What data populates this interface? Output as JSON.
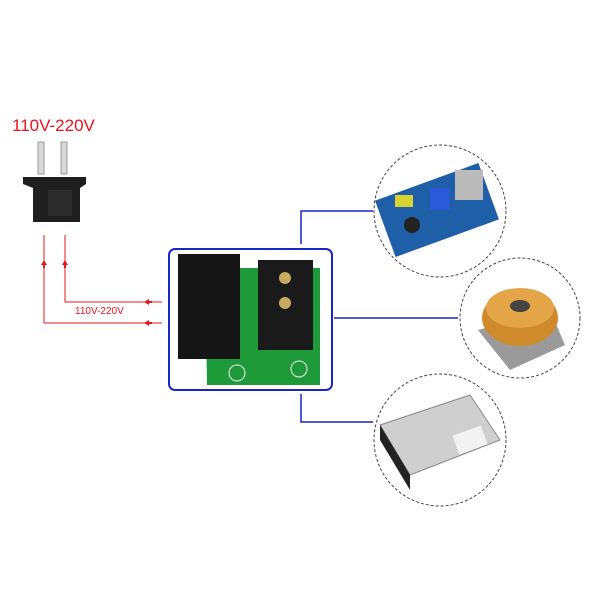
{
  "labels": {
    "supply_voltage": "110V-220V",
    "wire_voltage": "110V-220V"
  },
  "colors": {
    "ac_wire": "#e8141b",
    "connector_line": "#1a24c8",
    "pcb": "#1f9a3a"
  },
  "components": [
    "ac-plug",
    "socket-board",
    "ac-dc-power-module",
    "toroidal-transformer",
    "switching-power-supply"
  ]
}
